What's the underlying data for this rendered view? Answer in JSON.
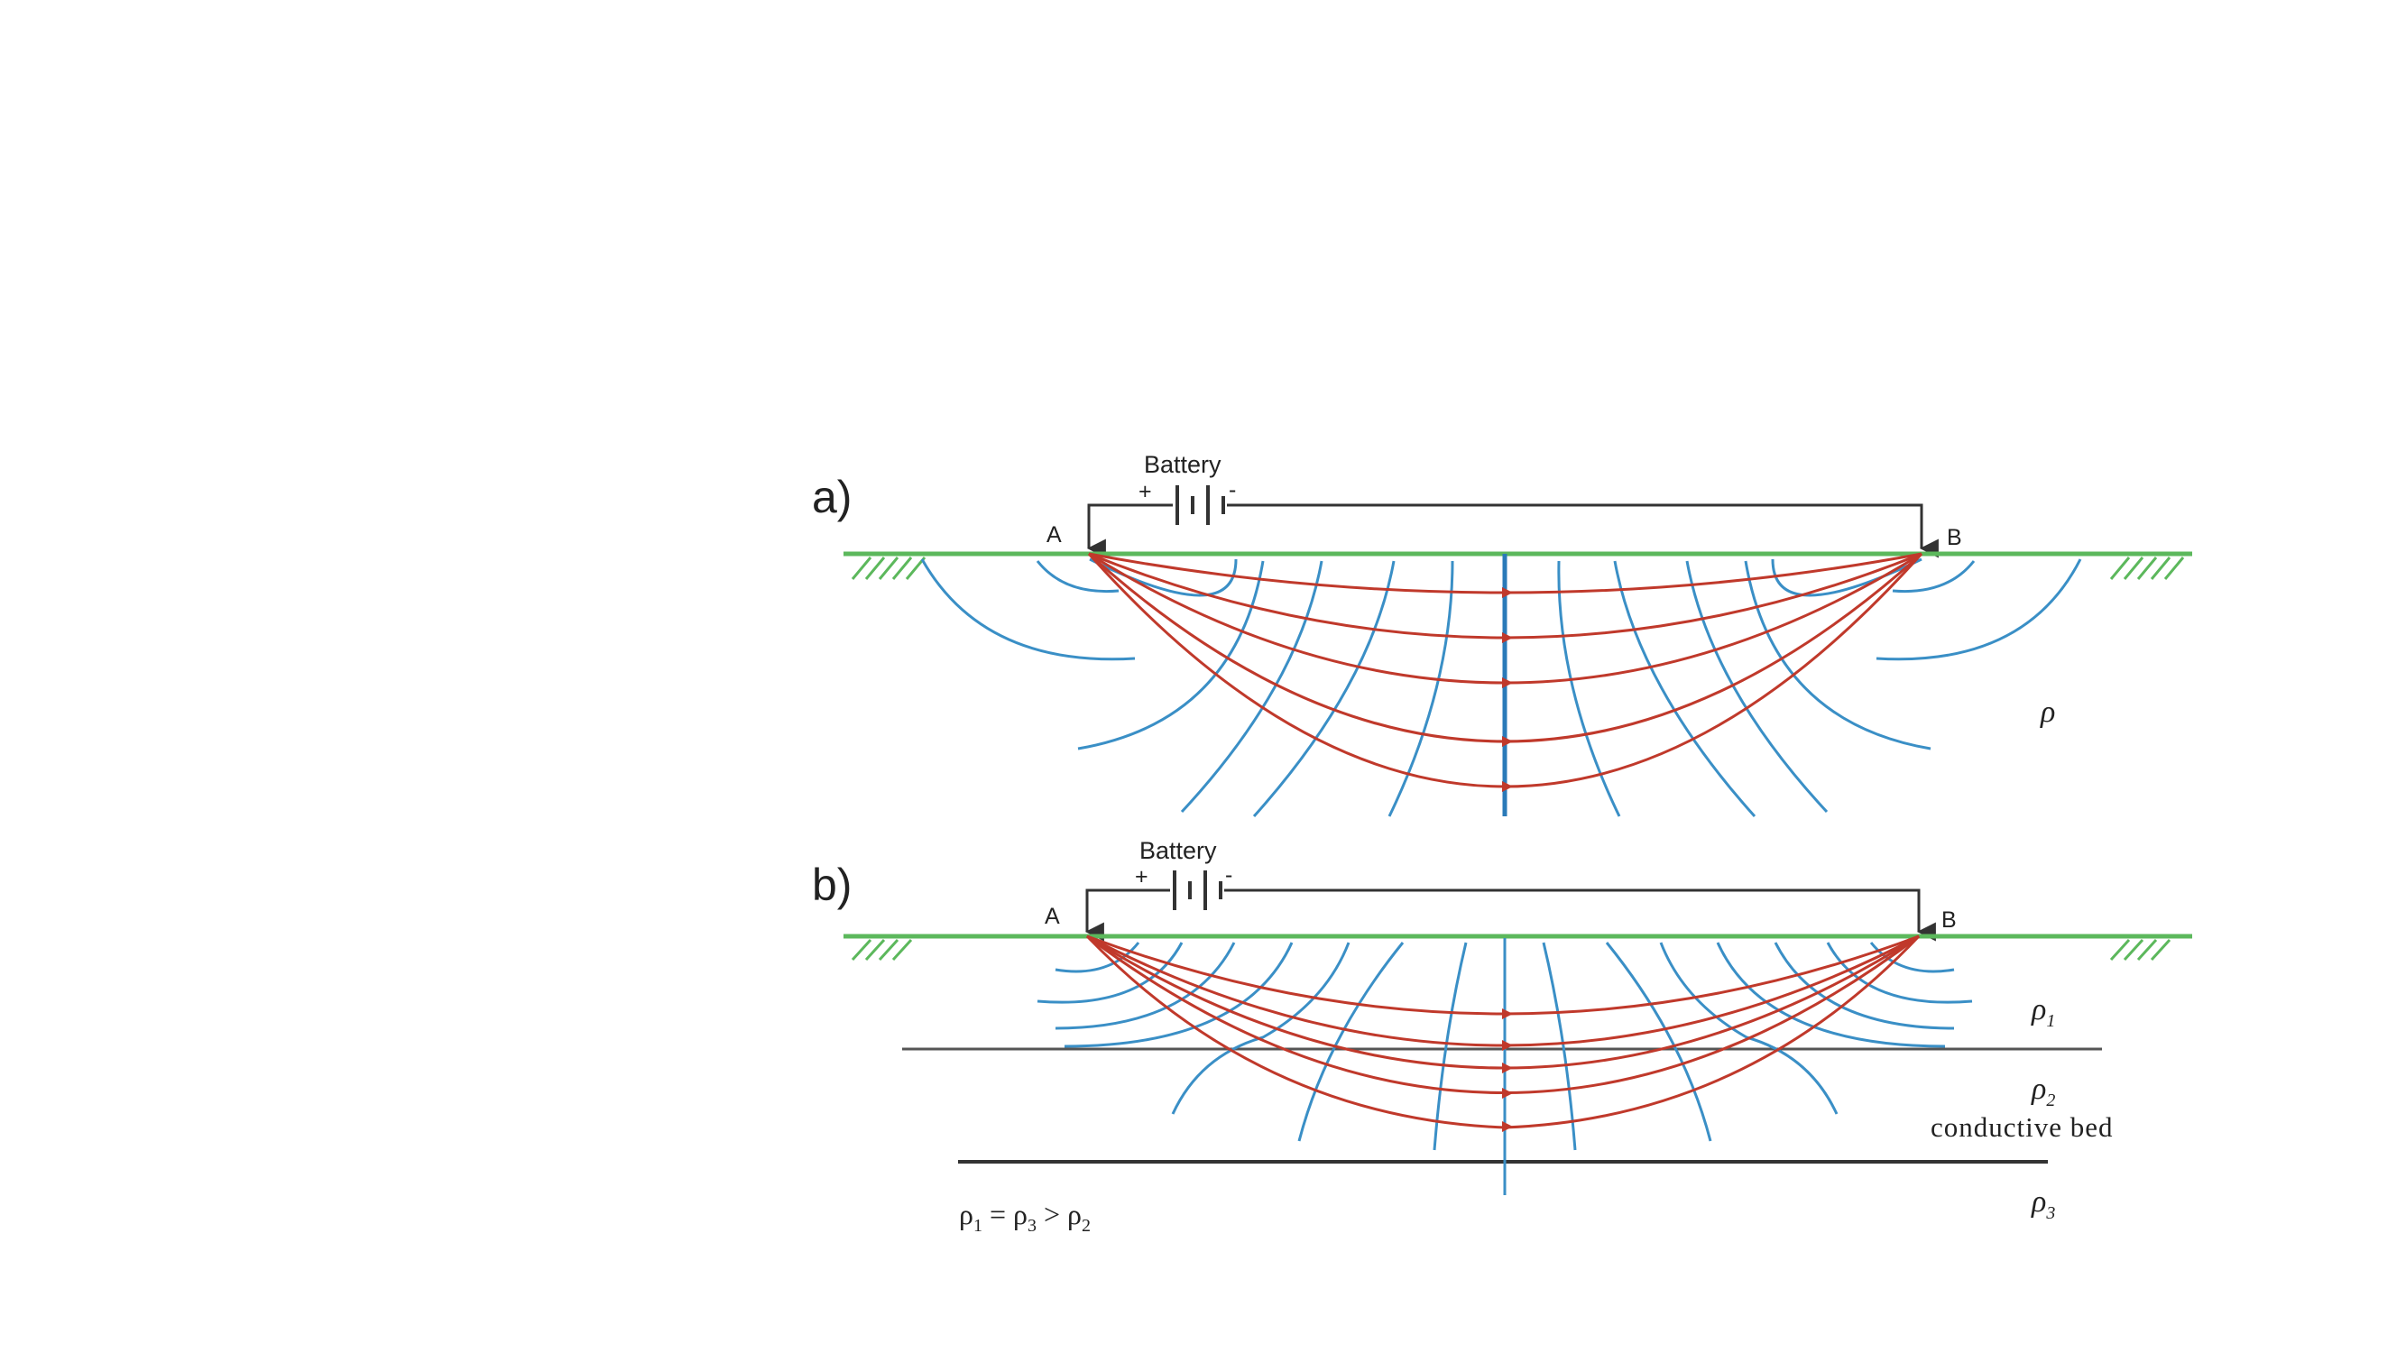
{
  "colors": {
    "ground": "#5cb85c",
    "current_line": "#c0392b",
    "equipotential": "#3a8fc6",
    "wire": "#333333",
    "boundary": "#555555"
  },
  "panel_a": {
    "label": "a)",
    "battery_label": "Battery",
    "plus": "+",
    "minus": "-",
    "electrode_a": "A",
    "electrode_b": "B",
    "rho": "ρ"
  },
  "panel_b": {
    "label": "b)",
    "battery_label": "Battery",
    "plus": "+",
    "minus": "-",
    "electrode_a": "A",
    "electrode_b": "B",
    "rho1": "ρ",
    "rho1_sub": "1",
    "rho2": "ρ",
    "rho2_sub": "2",
    "bed_label": "conductive bed",
    "rho3": "ρ",
    "rho3_sub": "3",
    "equation": {
      "p1": "ρ",
      "s1": "1",
      "eq": " = ",
      "p2": "ρ",
      "s2": "3",
      "gt": " > ",
      "p3": "ρ",
      "s3": "2"
    }
  }
}
